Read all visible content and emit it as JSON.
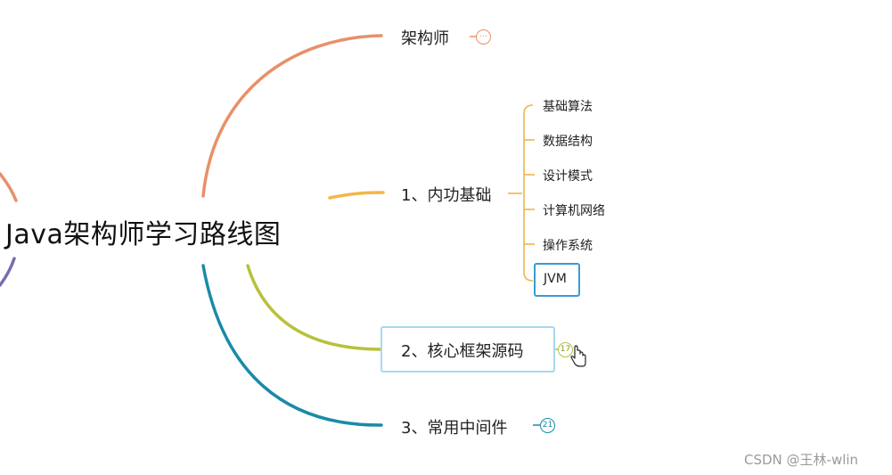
{
  "diagram": {
    "root": {
      "label": "Java架构师学习路线图"
    },
    "branches": [
      {
        "id": "architect",
        "label": "架构师",
        "color": "#e8906a",
        "collapsed_indicator": "…"
      },
      {
        "id": "basics",
        "label": "1、内功基础",
        "color": "#f2b64a",
        "children": [
          "基础算法",
          "数据结构",
          "设计模式",
          "计算机网络",
          "操作系统",
          "JVM"
        ]
      },
      {
        "id": "framework",
        "label": "2、核心框架源码",
        "color": "#b8c13a",
        "hidden_count": "17"
      },
      {
        "id": "middleware",
        "label": "3、常用中间件",
        "color": "#1a8aa8",
        "hidden_count": "21"
      }
    ],
    "left_branch_colors": [
      "#e8906a",
      "#7b6cae"
    ]
  },
  "watermark": "CSDN @王林-wlin"
}
